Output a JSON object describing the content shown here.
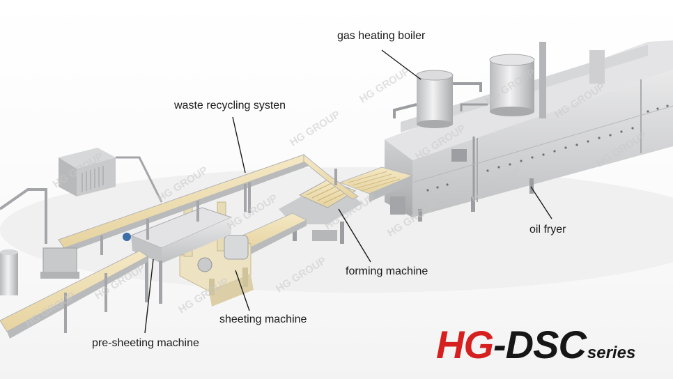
{
  "labels": {
    "gas_heating_boiler": "gas heating boiler",
    "waste_recycling": "waste recycling systen",
    "oil_fryer": "oil fryer",
    "forming_machine": "forming machine",
    "sheeting_machine": "sheeting machine",
    "pre_sheeting_machine": "pre-sheeting machine"
  },
  "brand": {
    "prefix": "HG",
    "dash": "-",
    "model": "DSC",
    "suffix": "series",
    "prefix_color": "#d62020",
    "model_color": "#161616"
  },
  "watermark": "HG GROUP"
}
